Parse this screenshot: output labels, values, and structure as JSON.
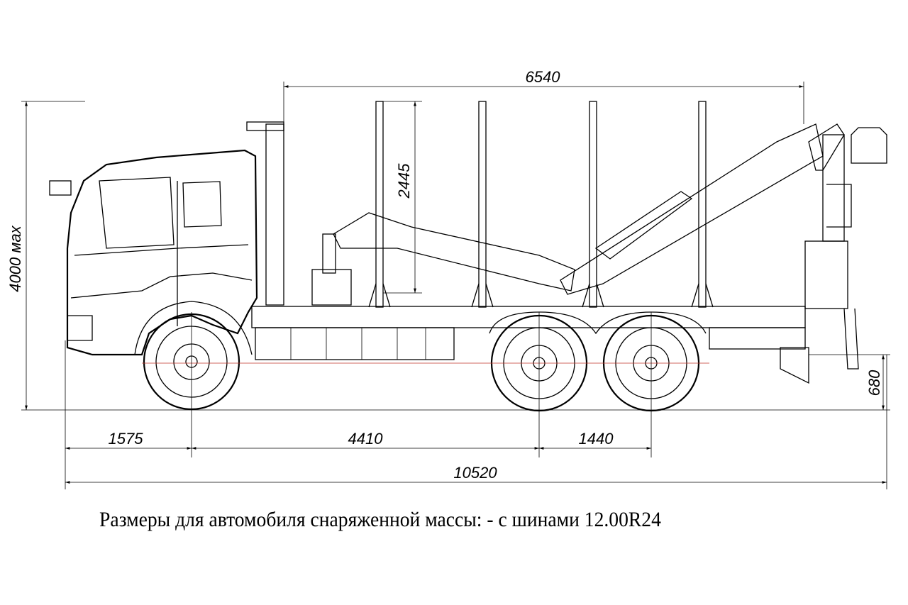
{
  "diagram": {
    "dimensions": {
      "stake_section_length": "6540",
      "max_height": "4000 мах",
      "stake_height": "2445",
      "rear_overhang_height": "680",
      "front_overhang": "1575",
      "wheelbase": "4410",
      "rear_axle_spacing": "1440",
      "overall_length": "10520"
    },
    "caption": "Размеры для автомобиля снаряженной массы: - с шинами 12.00R24"
  }
}
